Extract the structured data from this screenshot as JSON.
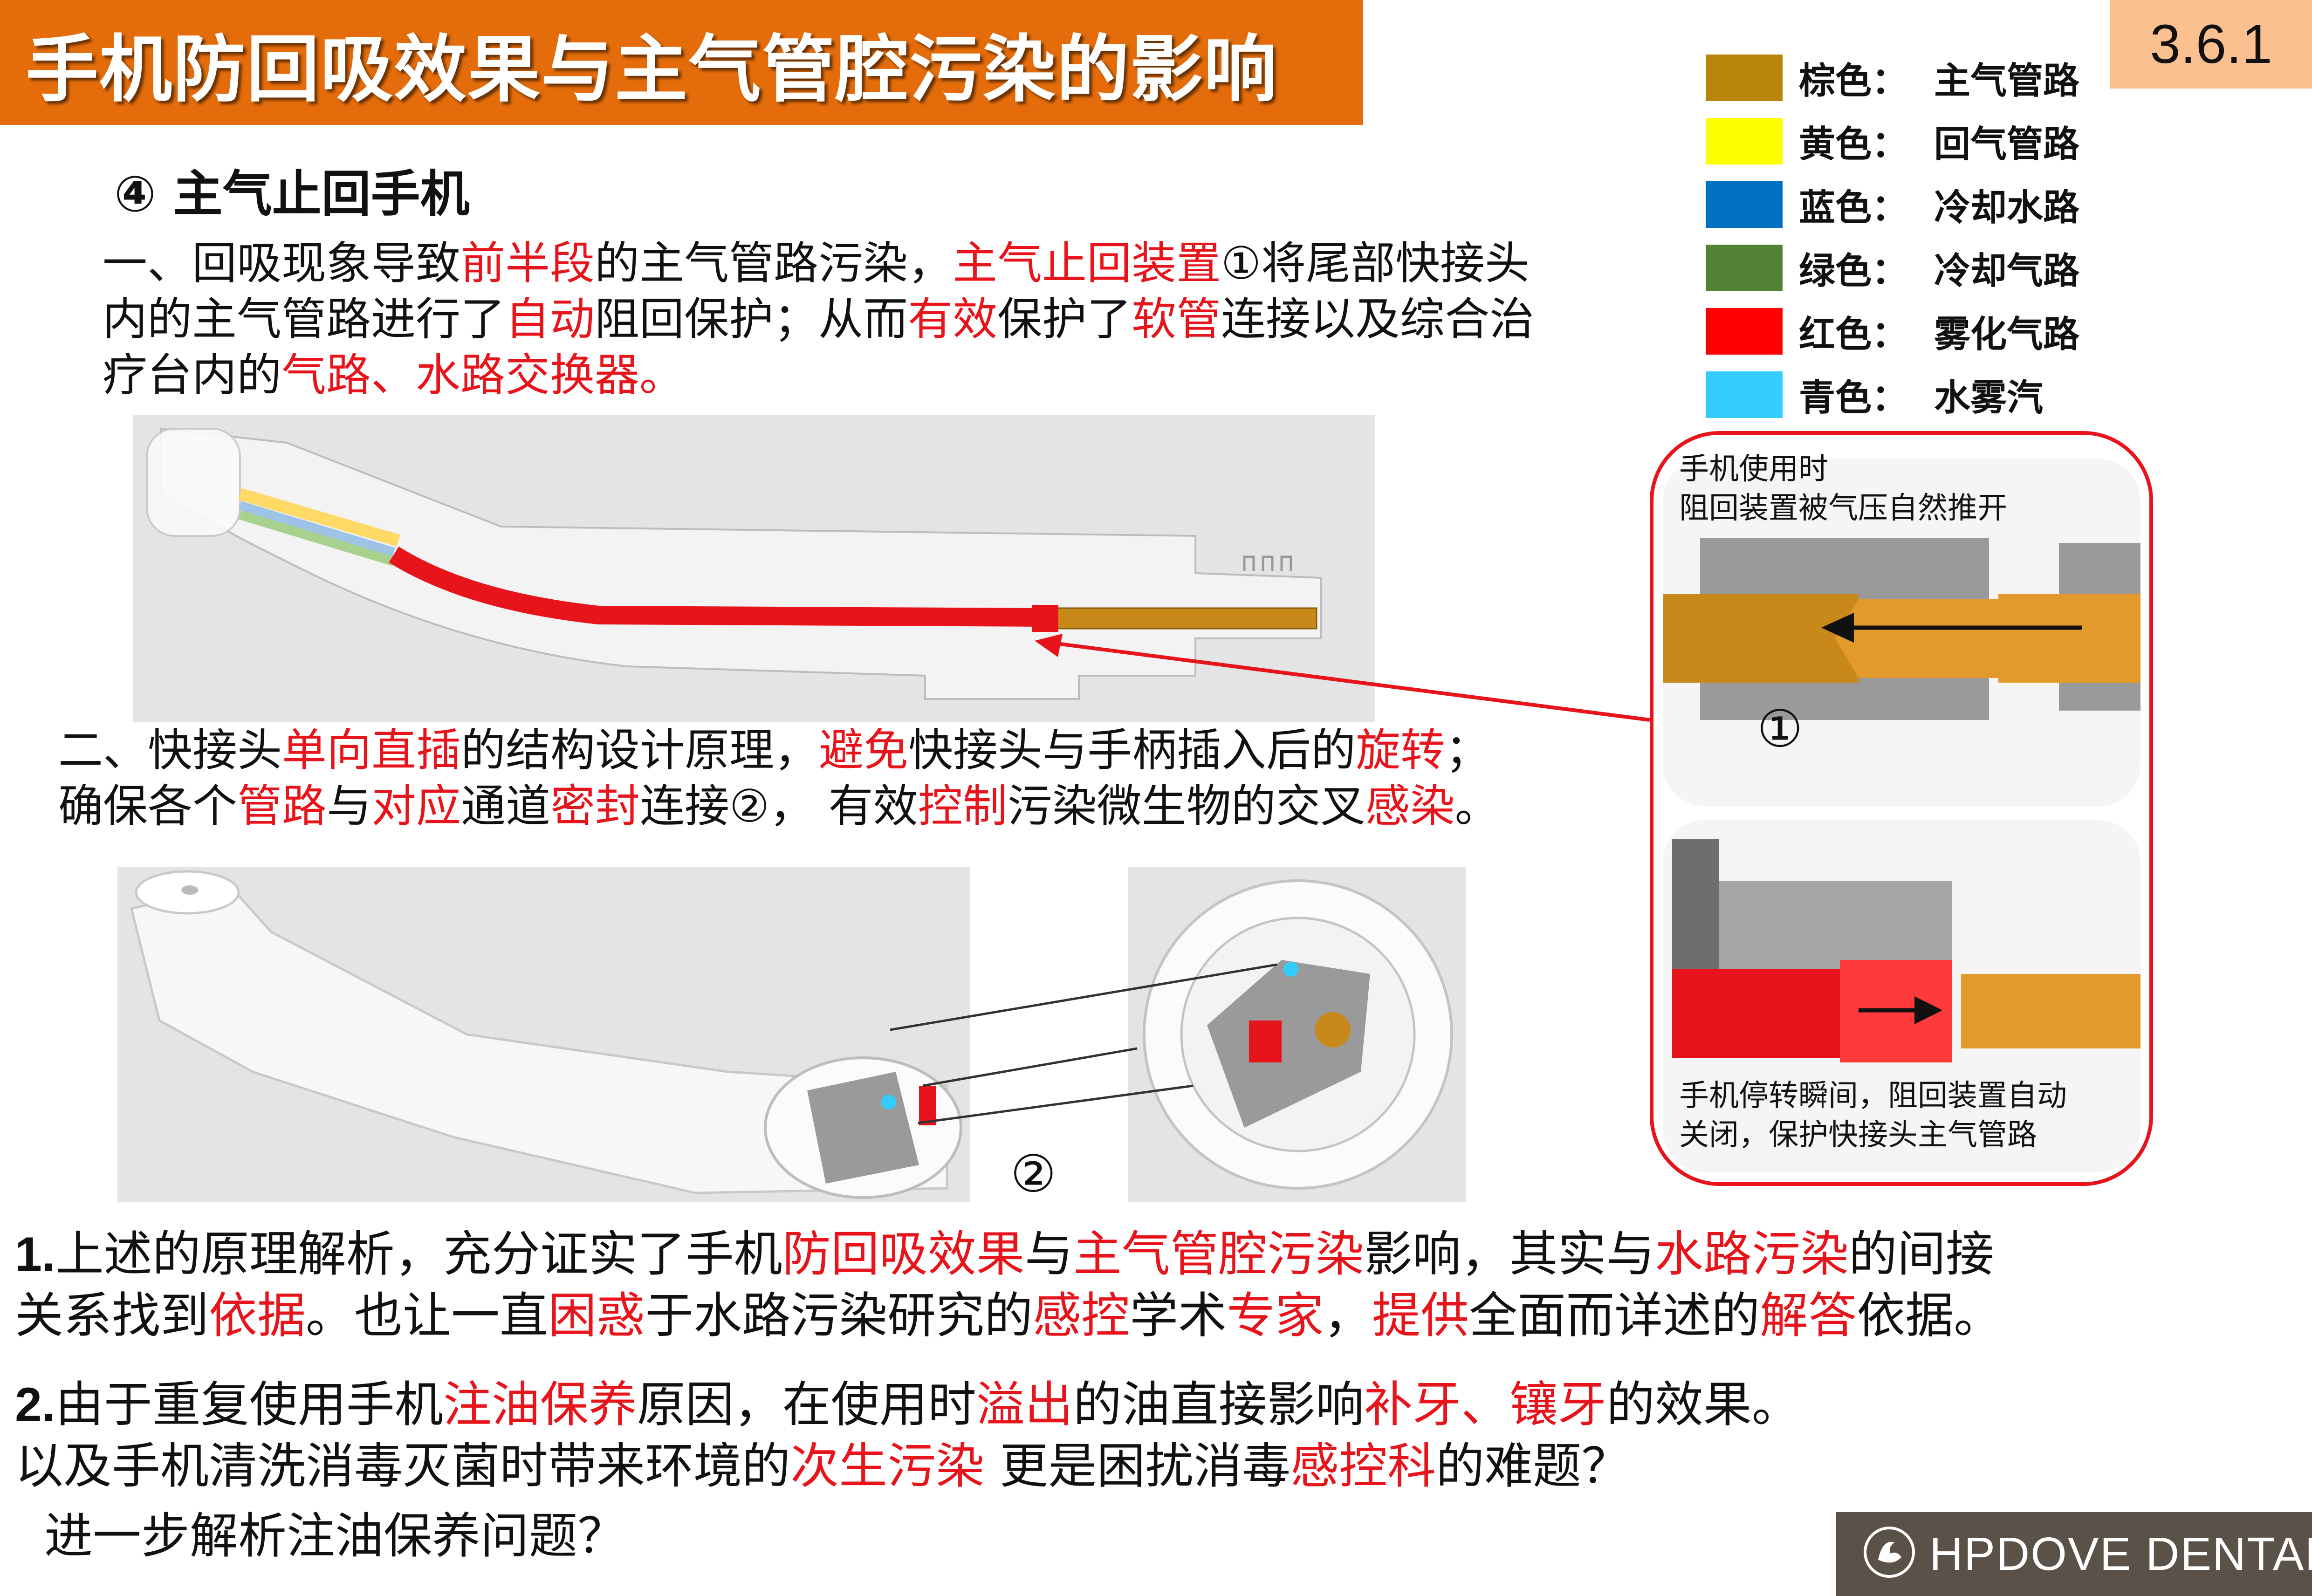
{
  "header": {
    "title": "手机防回吸效果与主气管腔污染的影响",
    "section_number": "3.6.1"
  },
  "subtitle": "④ 主气止回手机",
  "paragraph1": {
    "line1": [
      "一、回吸现象导致",
      "前半段",
      "的主气管路污染，",
      "主气止回装置",
      "①将尾部快接头"
    ],
    "line2": [
      "内的主气管路进行了",
      "自动",
      "阻回保护；从而",
      "有效",
      "保护了",
      "软管",
      "连接以及综合治"
    ],
    "line3": [
      "疗台内的",
      "气路、水路交换器。"
    ]
  },
  "paragraph2": {
    "line1": [
      "二、快接头",
      "单向直插",
      "的结构设计原理，",
      "避免",
      "快接头与手柄插入后的",
      "旋转",
      "；"
    ],
    "line2": [
      "确保各个",
      "管路",
      "与",
      "对应",
      "通道",
      "密封",
      "连接②， 有效",
      "控制",
      "污染微生物的交叉",
      "感染",
      "。"
    ]
  },
  "legend": [
    {
      "color_name": "棕色：",
      "meaning": "主气管路",
      "swatch": "#b8860b"
    },
    {
      "color_name": "黄色：",
      "meaning": "回气管路",
      "swatch": "#ffff00"
    },
    {
      "color_name": "蓝色：",
      "meaning": "冷却水路",
      "swatch": "#0070c0"
    },
    {
      "color_name": "绿色：",
      "meaning": "冷却气路",
      "swatch": "#548235"
    },
    {
      "color_name": "红色：",
      "meaning": "雾化气路",
      "swatch": "#ff0000"
    },
    {
      "color_name": "青色：",
      "meaning": "水雾汽",
      "swatch": "#33ccff"
    }
  ],
  "callout": {
    "open_caption_1": "手机使用时",
    "open_caption_2": "阻回装置被气压自然推开",
    "closed_caption_1": "手机停转瞬间，阻回装置自动",
    "closed_caption_2": "关闭，保护快接头主气管路",
    "marker_1": "①"
  },
  "marker_2": "②",
  "summary": {
    "s1_line1": [
      "1.",
      "上述的原理解析，充分证实了手机",
      "防回吸效果",
      "与",
      "主气管腔污染",
      "影响，其实与",
      "水路污染",
      "的间接"
    ],
    "s1_line2": [
      "关系找到",
      "依据",
      "。也让一直",
      "困惑",
      "于水路污染研究的",
      "感控",
      "学术",
      "专家",
      "，",
      "提供",
      "全面而详述的",
      "解答",
      "依据。"
    ],
    "s2_line1": [
      "2.",
      "由于重复使用手机",
      "注油保养",
      "原因，在使用时",
      "溢出",
      "的油直接影响",
      "补牙、镶牙",
      "的效果。"
    ],
    "s2_line2": [
      "以及手机清洗消毒灭菌时带来环境的",
      "次生污染",
      " 更是困扰消毒",
      "感控科",
      "的难题？"
    ],
    "s3": "进一步解析注油保养问题？"
  },
  "brand": {
    "name": "HPDOVE DENTAL"
  },
  "colors": {
    "title_bar": "#e46c0a",
    "badge": "#fac090",
    "highlight_red": "#e8141c",
    "brand_bar": "#5a5148"
  }
}
